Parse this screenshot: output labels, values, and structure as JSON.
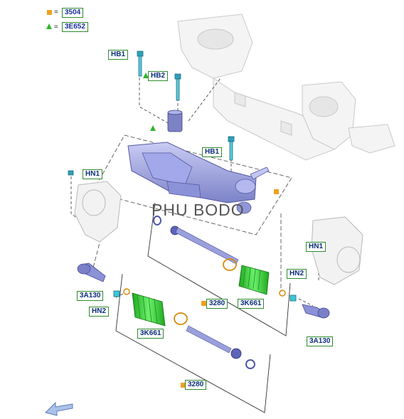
{
  "legend": {
    "items": [
      {
        "symbol": "square",
        "color": "#f0a020",
        "equals": "=",
        "code": "3504"
      },
      {
        "symbol": "triangle",
        "color": "#2fb52f",
        "equals": "=",
        "code": "3E652"
      }
    ]
  },
  "labels": {
    "hb1_top": "HB1",
    "hb2": "HB2",
    "hb1_mid": "HB1",
    "hn1_left": "HN1",
    "hn1_right": "HN1",
    "hn2_right": "HN2",
    "hn2_left": "HN2",
    "a130_left": "3A130",
    "a130_right": "3A130",
    "p3280_upper": "3280",
    "p3280_lower": "3280",
    "k661_upper": "3K661",
    "k661_lower": "3K661"
  },
  "watermark": "PHU BODO",
  "colors": {
    "rack": "#9aa0e0",
    "boot": "#39d639",
    "label_border": "#2e8b2e",
    "label_text": "#0b2e7a",
    "arrow": "#9bb7e0",
    "bolt": "#3ab0c8"
  }
}
